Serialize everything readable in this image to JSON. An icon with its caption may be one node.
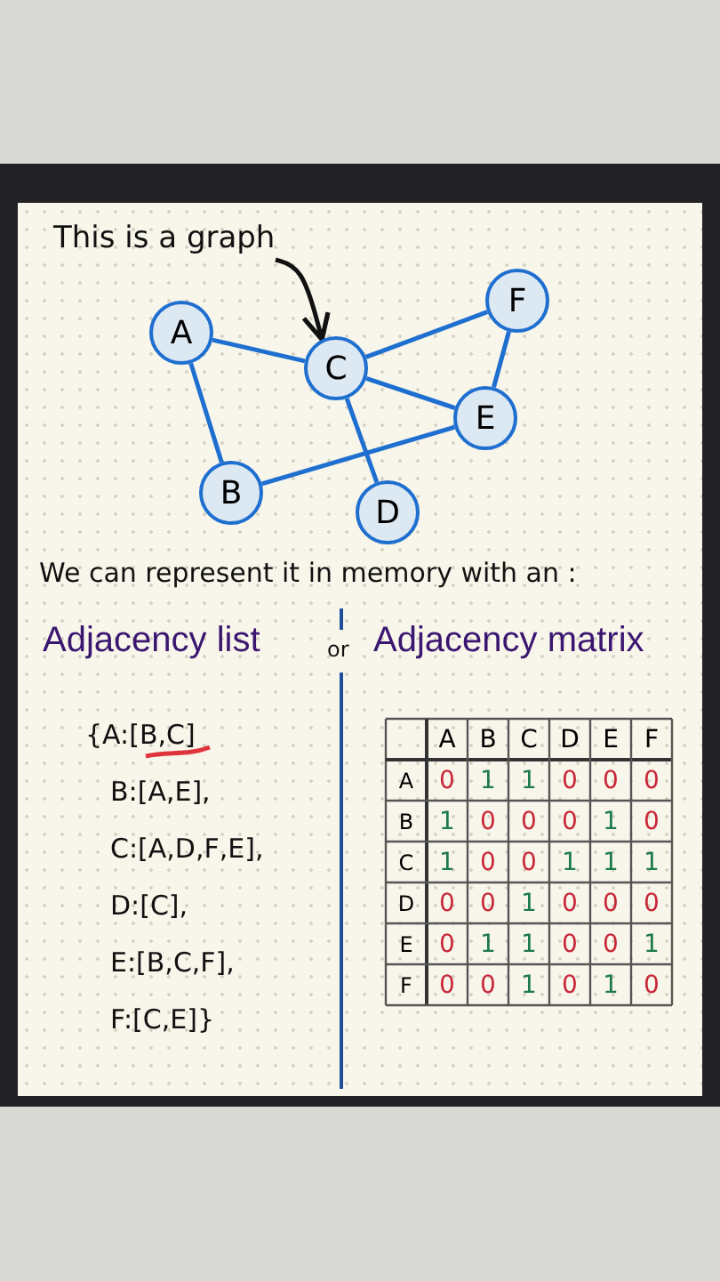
{
  "diagram": {
    "nodes": [
      {
        "text": [
          "A"
        ]
      },
      {
        "text": [
          "B"
        ]
      },
      {
        "text": [
          "C"
        ]
      },
      {
        "text": [
          "D"
        ]
      },
      {
        "text": [
          "E"
        ]
      },
      {
        "text": [
          "F"
        ]
      },
      {
        "text": [
          "This is a graph"
        ]
      }
    ],
    "edges": [
      {
        "from": 0,
        "to": 2,
        "arrow": "none"
      },
      {
        "from": 0,
        "to": 1,
        "arrow": "none"
      },
      {
        "from": 2,
        "to": 5,
        "arrow": "none"
      },
      {
        "from": 2,
        "to": 4,
        "arrow": "none"
      },
      {
        "from": 2,
        "to": 3,
        "arrow": "none"
      },
      {
        "from": 5,
        "to": 4,
        "arrow": "none"
      },
      {
        "from": 1,
        "to": 4,
        "arrow": "none"
      },
      {
        "from": 6,
        "to": 2,
        "arrow": "to",
        "color": "#111111"
      }
    ],
    "labels": [
      "We can represent it in memory with an :",
      "Adjacency list",
      "or",
      "Adjacency matrix",
      "{A:[B,C]",
      "B:[A,E],",
      "C:[A,D,F,E],",
      "D:[C],",
      "E:[B,C,F],",
      "F:[C,E]}",
      "A",
      "B",
      "C",
      "D",
      "E",
      "F",
      "A",
      "0",
      "1",
      "1",
      "0",
      "0",
      "0",
      "B",
      "1",
      "0",
      "0",
      "0",
      "1",
      "0",
      "C",
      "1",
      "0",
      "0",
      "1",
      "1",
      "1",
      "D",
      "0",
      "0",
      "1",
      "0",
      "0",
      "0",
      "E",
      "0",
      "1",
      "1",
      "0",
      "0",
      "1",
      "F",
      "0",
      "0",
      "1",
      "0",
      "1",
      "0"
    ]
  }
}
